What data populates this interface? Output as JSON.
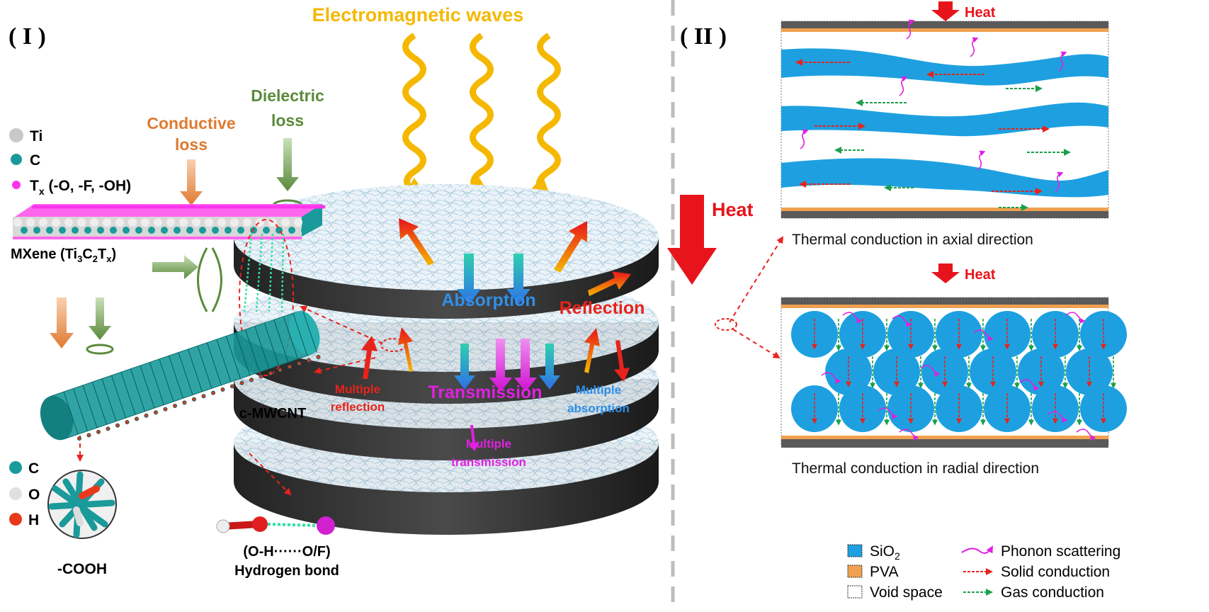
{
  "panel_labels": {
    "left": "( I )",
    "right": "( II )"
  },
  "colors": {
    "wave": "#f5b800",
    "heat": "#e8141b",
    "absorption": "#2f8fe8",
    "reflection": "#e8231b",
    "transmission": "#e020e0",
    "conductive": "#e07a30",
    "dielectric": "#5a8a3a",
    "sio2": "#1ea0e0",
    "pva": "#f0a050",
    "gas": "#19a04a",
    "phonon": "#e020e0",
    "ti": "#c8c8c8",
    "c": "#1a9a9a",
    "tx": "#ff33ee",
    "o": "#e8e8e8",
    "h": "#e83a1a"
  },
  "center": {
    "title": "Electromagnetic waves",
    "absorption": "Absorption",
    "reflection": "Reflection",
    "multiple_reflection": [
      "Multiple",
      "reflection"
    ],
    "transmission": "Transmission",
    "multiple_absorption": [
      "Multiple",
      "absorption"
    ],
    "multiple_transmission": [
      "Multiple",
      "transmission"
    ],
    "heat": "Heat"
  },
  "left": {
    "atom_legend": [
      {
        "symbol": "Ti",
        "color": "#c8c8c8"
      },
      {
        "symbol": "C",
        "color": "#1a9a9a"
      },
      {
        "symbol": "T",
        "sub": "x",
        "rest": " (-O, -F, -OH)",
        "color": "#ff33ee"
      }
    ],
    "conductive_loss": [
      "Conductive",
      "loss"
    ],
    "dielectric_loss": [
      "Dielectric",
      "loss"
    ],
    "mxene_label": {
      "pre": "MXene (Ti",
      "s1": "3",
      "m": "C",
      "s2": "2",
      "t": "T",
      "s3": "x",
      "post": ")"
    },
    "cnt_label": "c-MWCNT",
    "group_legend": [
      {
        "symbol": "C",
        "color": "#1a9a9a"
      },
      {
        "symbol": "O",
        "color": "#e0e0e0"
      },
      {
        "symbol": "H",
        "color": "#e83a1a"
      }
    ],
    "cooh_label": "-COOH",
    "hbond_formula": "(O-H······O/F)",
    "hbond_label": "Hydrogen bond"
  },
  "right": {
    "heat": "Heat",
    "axial_caption": "Thermal conduction in axial direction",
    "radial_caption": "Thermal conduction in radial direction",
    "legend": {
      "materials": [
        {
          "label": "SiO",
          "sub": "2",
          "color": "#1ea0e0"
        },
        {
          "label": "PVA",
          "sub": "",
          "color": "#f0a050"
        },
        {
          "label": "Void space",
          "sub": "",
          "color": "#ffffff"
        }
      ],
      "mechanisms": [
        {
          "label": "Phonon scattering",
          "color": "#e020e0"
        },
        {
          "label": "Solid conduction",
          "color": "#e8231b"
        },
        {
          "label": "Gas conduction",
          "color": "#19a04a"
        }
      ]
    }
  }
}
